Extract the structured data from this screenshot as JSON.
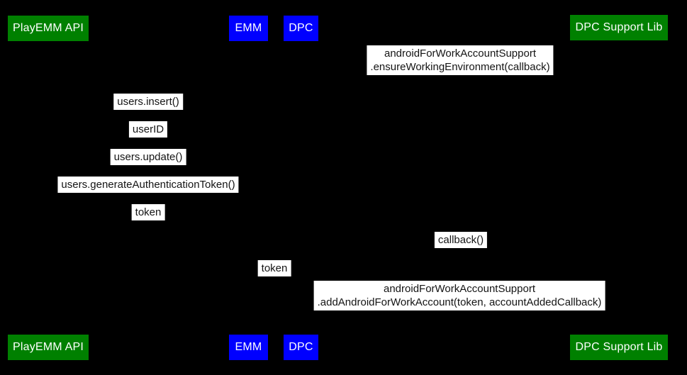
{
  "colors": {
    "background": "#000000",
    "actor_green": "#008000",
    "actor_blue": "#0000ff",
    "message_bg": "#ffffff",
    "message_fg": "#141414"
  },
  "actors": [
    {
      "id": "playemm-api",
      "label": "PlayEMM API"
    },
    {
      "id": "emm",
      "label": "EMM"
    },
    {
      "id": "dpc",
      "label": "DPC"
    },
    {
      "id": "dpc-support-lib",
      "label": "DPC Support Lib"
    }
  ],
  "messages": [
    {
      "lines": [
        "androidForWorkAccountSupport",
        ".ensureWorkingEnvironment(callback)"
      ]
    },
    {
      "lines": [
        "users.insert()"
      ]
    },
    {
      "lines": [
        "userID"
      ]
    },
    {
      "lines": [
        "users.update()"
      ]
    },
    {
      "lines": [
        "users.generateAuthenticationToken()"
      ]
    },
    {
      "lines": [
        "token"
      ]
    },
    {
      "lines": [
        "callback()"
      ]
    },
    {
      "lines": [
        "token"
      ]
    },
    {
      "lines": [
        "androidForWorkAccountSupport",
        ".addAndroidForWorkAccount(token, accountAddedCallback)"
      ]
    }
  ]
}
